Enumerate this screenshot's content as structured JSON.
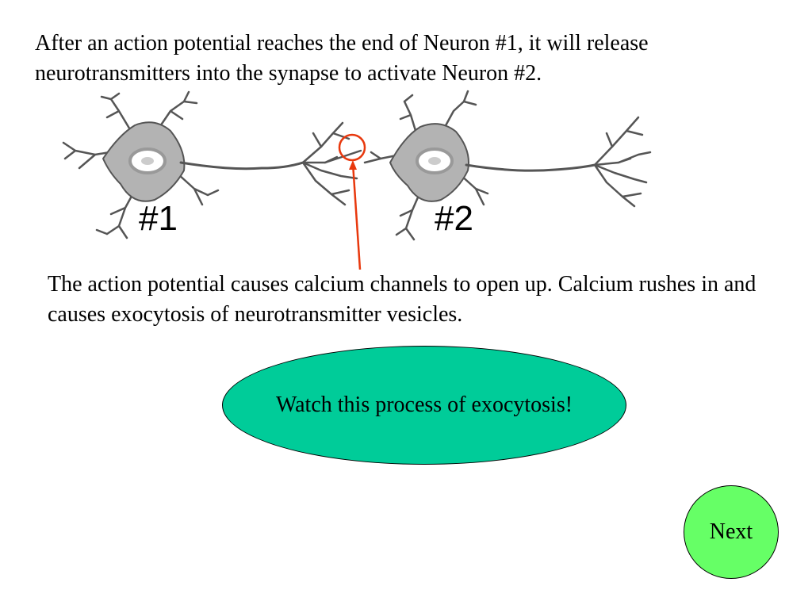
{
  "slide": {
    "intro_text": "After an action potential reaches the end of Neuron #1, it will release neurotransmitters into the synapse to activate Neuron #2.",
    "explanation_text": "The action potential causes calcium channels to open up.  Calcium rushes in and causes exocytosis of neurotransmitter vesicles."
  },
  "diagram": {
    "neuron_1_label": "#1",
    "neuron_2_label": "#2",
    "neuron_color": "#b3b3b3",
    "outline_color": "#555555",
    "highlight_color": "#e8380d"
  },
  "buttons": {
    "watch_label": "Watch this process of exocytosis!",
    "watch_color": "#00cc99",
    "next_label": "Next",
    "next_color": "#66ff66"
  }
}
